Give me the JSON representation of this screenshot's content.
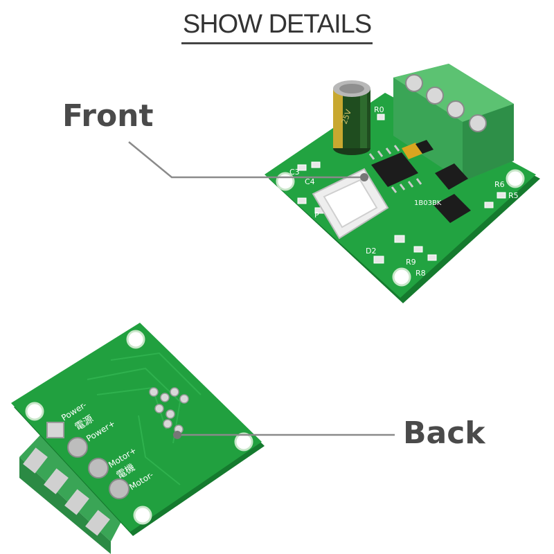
{
  "header": {
    "title": "SHOW DETAILS"
  },
  "labels": {
    "front": "Front",
    "back": "Back"
  },
  "front_board": {
    "capacitor_text": "25V",
    "silkscreen": [
      "C3",
      "C4",
      "R0",
      "R6",
      "R5",
      "R9",
      "R8",
      "D2",
      "P"
    ],
    "chip_marking": "1B03BK"
  },
  "back_board": {
    "silkscreen": [
      "Power-",
      "電源",
      "Power+",
      "Motor+",
      "電機",
      "Motor-"
    ]
  },
  "colors": {
    "pcb_green": "#1e9e3e",
    "pcb_light": "#33b452",
    "terminal_green": "#4cb862",
    "callout_line": "#8a8a8a"
  }
}
